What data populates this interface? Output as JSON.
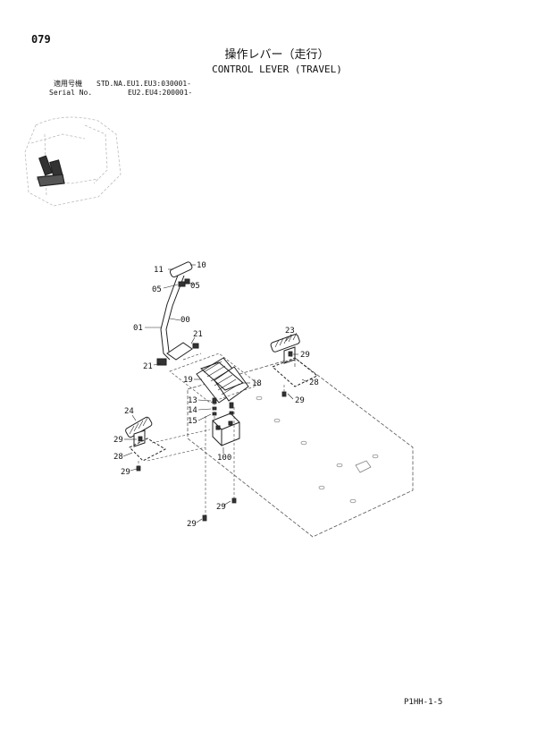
{
  "page_number": "079",
  "title_jp": "操作レバー（走行）",
  "title_en": "CONTROL LEVER (TRAVEL)",
  "serial": {
    "label_jp": "適用号機",
    "label_en": "Serial No.",
    "line1": "STD.NA.EU1.EU3:030001-",
    "line2": "EU2.EU4:200001-"
  },
  "doc_code": "P1HH-1-5",
  "callouts": {
    "c11": "11",
    "c10": "10",
    "c05a": "05",
    "c05b": "05",
    "c01": "01",
    "c00": "00",
    "c21a": "21",
    "c21b": "21",
    "c23": "23",
    "c29a": "29",
    "c28a": "28",
    "c29b": "29",
    "c19": "19",
    "c18": "18",
    "c13": "13",
    "c14": "14",
    "c15": "15",
    "c24": "24",
    "c29c": "29",
    "c28b": "28",
    "c29d": "29",
    "c100": "100",
    "c29e": "29",
    "c29f": "29"
  }
}
